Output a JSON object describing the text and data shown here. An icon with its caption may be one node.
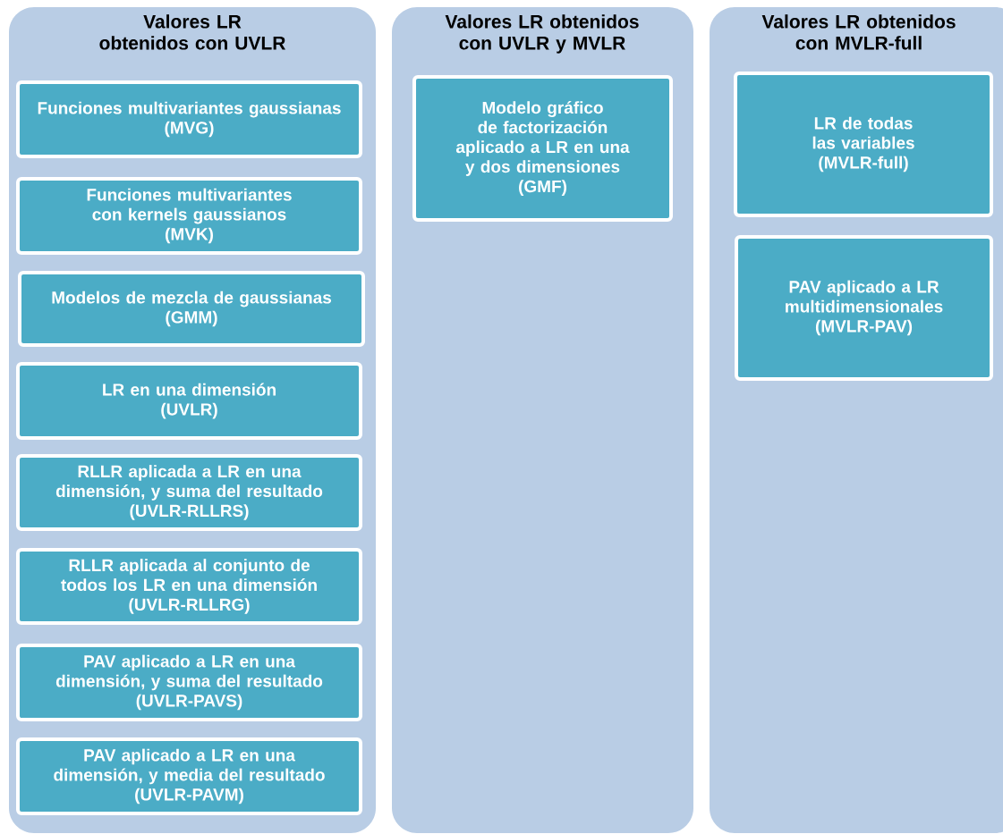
{
  "diagram": {
    "nodes": [
      {
        "text": [
          "Valores LR obtenidos con UVLR"
        ]
      },
      {
        "text": [
          "Funciones multivariantes gaussianas",
          "(MVG)"
        ],
        "in": 0
      },
      {
        "text": [
          "Funciones multivariantes con kernels gaussianos",
          "(MVK)"
        ],
        "in": 0
      },
      {
        "text": [
          "Modelos de mezcla de gaussianas",
          "(GMM)"
        ],
        "in": 0
      },
      {
        "text": [
          "LR en una dimensión",
          "(UVLR)"
        ],
        "in": 0
      },
      {
        "text": [
          "RLLR aplicada a LR en una dimensión, y suma del resultado",
          "(UVLR-RLLRS)"
        ],
        "in": 0
      },
      {
        "text": [
          "RLLR aplicada al conjunto de todos los LR en una dimensión",
          "(UVLR-RLLRG)"
        ],
        "in": 0
      },
      {
        "text": [
          "PAV aplicado a LR en una dimensión, y suma del resultado",
          "(UVLR-PAVS)"
        ],
        "in": 0
      },
      {
        "text": [
          "PAV aplicado a LR en una dimensión, y media del resultado",
          "(UVLR-PAVM)"
        ],
        "in": 0
      },
      {
        "text": [
          "Valores LR obtenidos con UVLR y MVLR"
        ]
      },
      {
        "text": [
          "Modelo gráfico de factorización aplicado a LR en una y dos dimensiones",
          "(GMF)"
        ],
        "in": 9
      },
      {
        "text": [
          "Valores LR obtenidos con MVLR-full"
        ]
      },
      {
        "text": [
          "LR de todas las variables",
          "(MVLR-full)"
        ],
        "in": 11
      },
      {
        "text": [
          "PAV aplicado a LR multidimensionales",
          "(MVLR-PAV)"
        ],
        "in": 11
      }
    ],
    "edges": []
  }
}
